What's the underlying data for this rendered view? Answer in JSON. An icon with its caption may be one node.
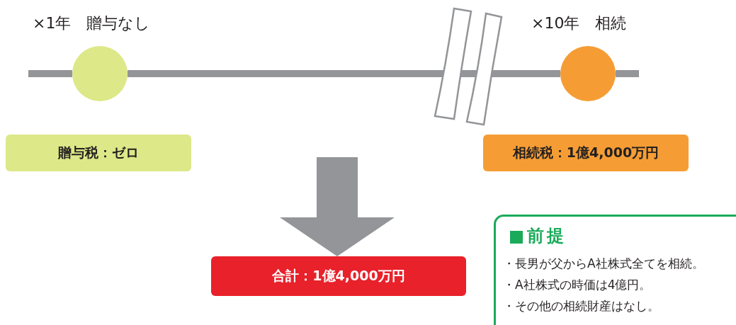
{
  "diagram": {
    "nodes": [
      {
        "text": [],
        "shape": "circle",
        "beside": [
          "×1年　贈与なし"
        ]
      },
      {
        "text": [
          "贈与税：ゼロ"
        ]
      },
      {
        "text": [],
        "shape": "circle",
        "beside": [
          "×10年　相続"
        ]
      },
      {
        "text": [
          "相続税：1億4,000万円"
        ]
      },
      {
        "text": [
          "合計：1億4,000万円"
        ]
      },
      {
        "text": [
          "前提",
          "・長男が父からA社株式全てを相続。",
          "・A社株式の時価は4億円。",
          "・その他の相続財産はなし。"
        ]
      }
    ],
    "edges": [
      {
        "from": 0,
        "to": 2,
        "arrow": "none"
      },
      {
        "from": null,
        "to": 4,
        "arrow": "to"
      }
    ]
  }
}
